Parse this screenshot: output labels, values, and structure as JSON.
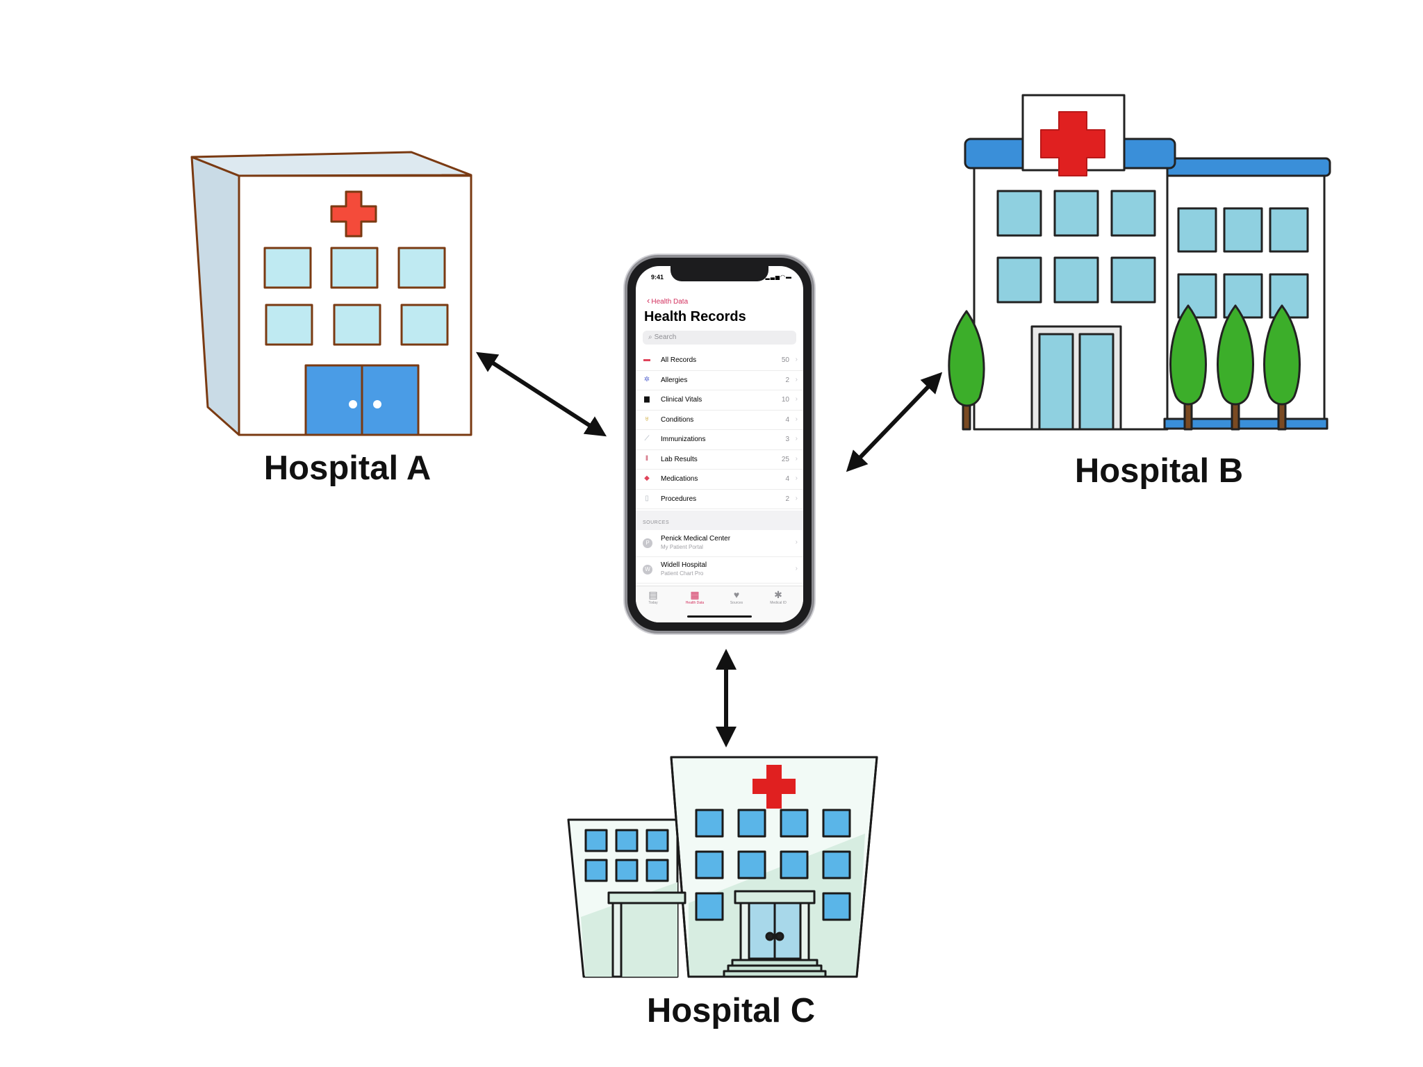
{
  "hospitals": {
    "a": {
      "label": "Hospital A"
    },
    "b": {
      "label": "Hospital B"
    },
    "c": {
      "label": "Hospital C"
    }
  },
  "colors": {
    "cross_red": "#e02020",
    "window_blue": "#a8dde8",
    "roof_blue": "#3a8fd9",
    "tree_green": "#3cae2a",
    "accent_pink": "#d22f5d"
  },
  "phone": {
    "status_time": "9:41",
    "back_link": "Health Data",
    "title": "Health Records",
    "search_placeholder": "Search",
    "rows": [
      {
        "label": "All Records",
        "count": "50",
        "icon": "calendar-icon"
      },
      {
        "label": "Allergies",
        "count": "2",
        "icon": "allergen-icon"
      },
      {
        "label": "Clinical Vitals",
        "count": "10",
        "icon": "vitals-icon"
      },
      {
        "label": "Conditions",
        "count": "4",
        "icon": "stethoscope-icon"
      },
      {
        "label": "Immunizations",
        "count": "3",
        "icon": "syringe-icon"
      },
      {
        "label": "Lab Results",
        "count": "25",
        "icon": "test-tube-icon"
      },
      {
        "label": "Medications",
        "count": "4",
        "icon": "pill-icon"
      },
      {
        "label": "Procedures",
        "count": "2",
        "icon": "bandage-icon"
      }
    ],
    "sources_header": "SOURCES",
    "sources": [
      {
        "initial": "P",
        "name": "Penick Medical Center",
        "sub": "My Patient Portal"
      },
      {
        "initial": "W",
        "name": "Widell Hospital",
        "sub": "Patient Chart Pro"
      }
    ],
    "tabs": [
      {
        "label": "Today",
        "icon": "today-icon",
        "active": false
      },
      {
        "label": "Health Data",
        "icon": "grid-icon",
        "active": true
      },
      {
        "label": "Sources",
        "icon": "heart-icon",
        "active": false
      },
      {
        "label": "Medical ID",
        "icon": "asterisk-icon",
        "active": false
      }
    ]
  }
}
